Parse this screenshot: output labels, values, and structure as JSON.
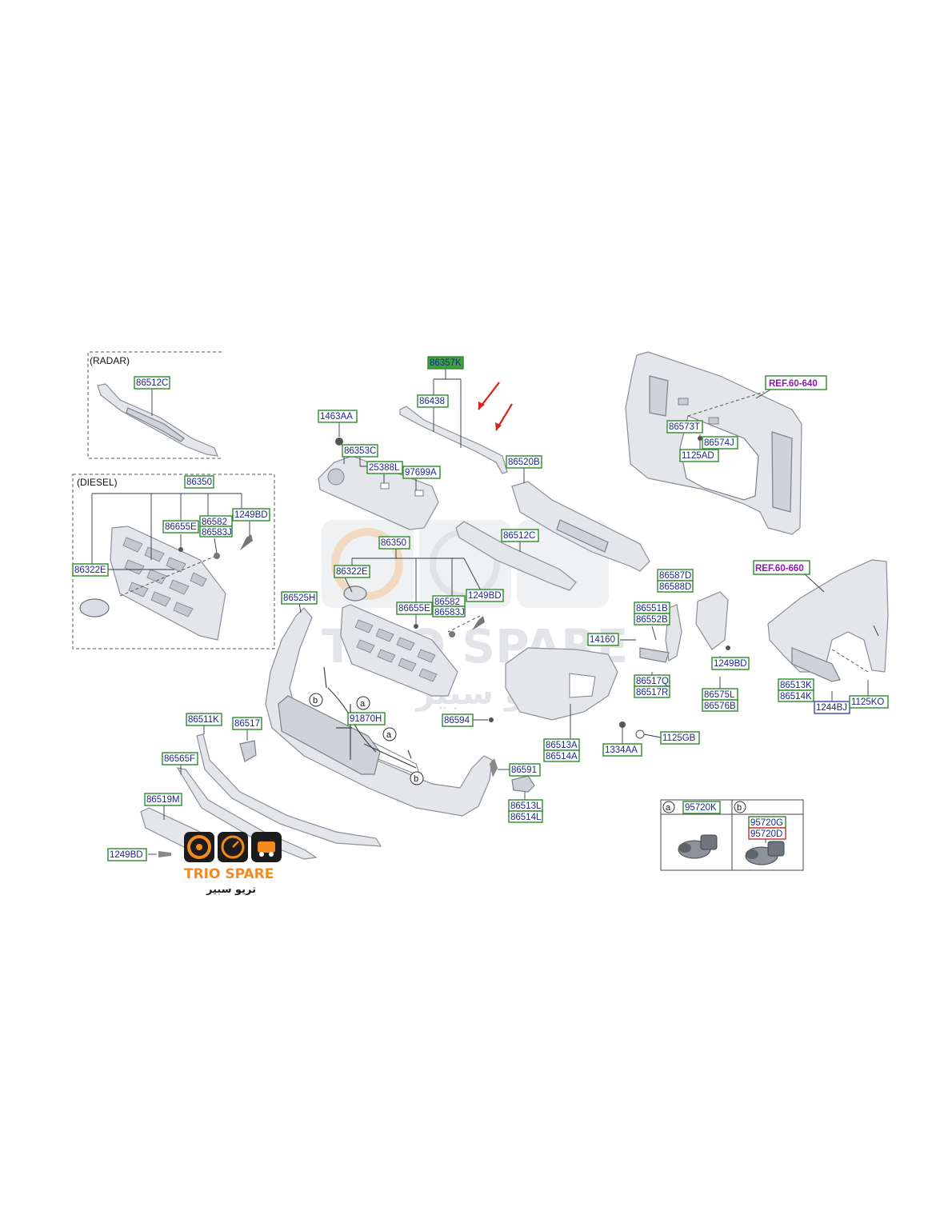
{
  "sections": {
    "radar": "(RADAR)",
    "diesel": "(DIESEL)"
  },
  "callouts": {
    "radar_86512c": "86512C",
    "diesel_86350": "86350",
    "diesel_86655e": "86655E",
    "diesel_86582": "86582",
    "diesel_86583j": "86583J",
    "diesel_1249bd": "1249BD",
    "diesel_86322e": "86322E",
    "p86357k": "86357K",
    "p86438": "86438",
    "p1463aa": "1463AA",
    "p86353c": "86353C",
    "p25388l": "25388L",
    "p97699a": "97699A",
    "p86520b": "86520B",
    "p86512c": "86512C",
    "p86350": "86350",
    "p86322e": "86322E",
    "p86525h": "86525H",
    "p86655e": "86655E",
    "p86582": "86582",
    "p86583j": "86583J",
    "p1249bd_mid": "1249BD",
    "ref60640": "REF.60-640",
    "p86573t": "86573T",
    "p86574j": "86574J",
    "p1125ad": "1125AD",
    "ref60660": "REF.60-660",
    "p86587d": "86587D",
    "p86588d": "86588D",
    "p86551b": "86551B",
    "p86552b": "86552B",
    "p14160": "14160",
    "p86517q": "86517Q",
    "p86517r": "86517R",
    "p1249bd_right": "1249BD",
    "p86575l": "86575L",
    "p86576b": "86576B",
    "p86513k": "86513K",
    "p86514k": "86514K",
    "p1244bj": "1244BJ",
    "p1125ko": "1125KO",
    "p86511k": "86511K",
    "p86517": "86517",
    "p91870h": "91870H",
    "p86594": "86594",
    "p86513a": "86513A",
    "p86514a": "86514A",
    "p1334aa": "1334AA",
    "p1125gb": "1125GB",
    "p86565f": "86565F",
    "p86591": "86591",
    "p86513l": "86513L",
    "p86514l": "86514L",
    "p86519m": "86519M",
    "p1249bd_bottom": "1249BD"
  },
  "circle_markers": [
    "a",
    "b"
  ],
  "inset": {
    "a_letter": "a",
    "a_part": "95720K",
    "b_letter": "b",
    "b_part1": "95720G",
    "b_part2": "95720D"
  },
  "watermark": {
    "text": "TRIO SPARE",
    "arabic": "تريو سبير"
  },
  "logo": {
    "name": "TRIO SPARE",
    "arabic": "تريو سبير",
    "orange": "#f28a1e",
    "dark": "#1c1c1c"
  },
  "colors": {
    "label_border": "#2d8a2d",
    "label_text": "#1a2a8a",
    "ref_text": "#8a1ab0",
    "highlight": "#3fa03f",
    "arrow": "#d8231f"
  }
}
